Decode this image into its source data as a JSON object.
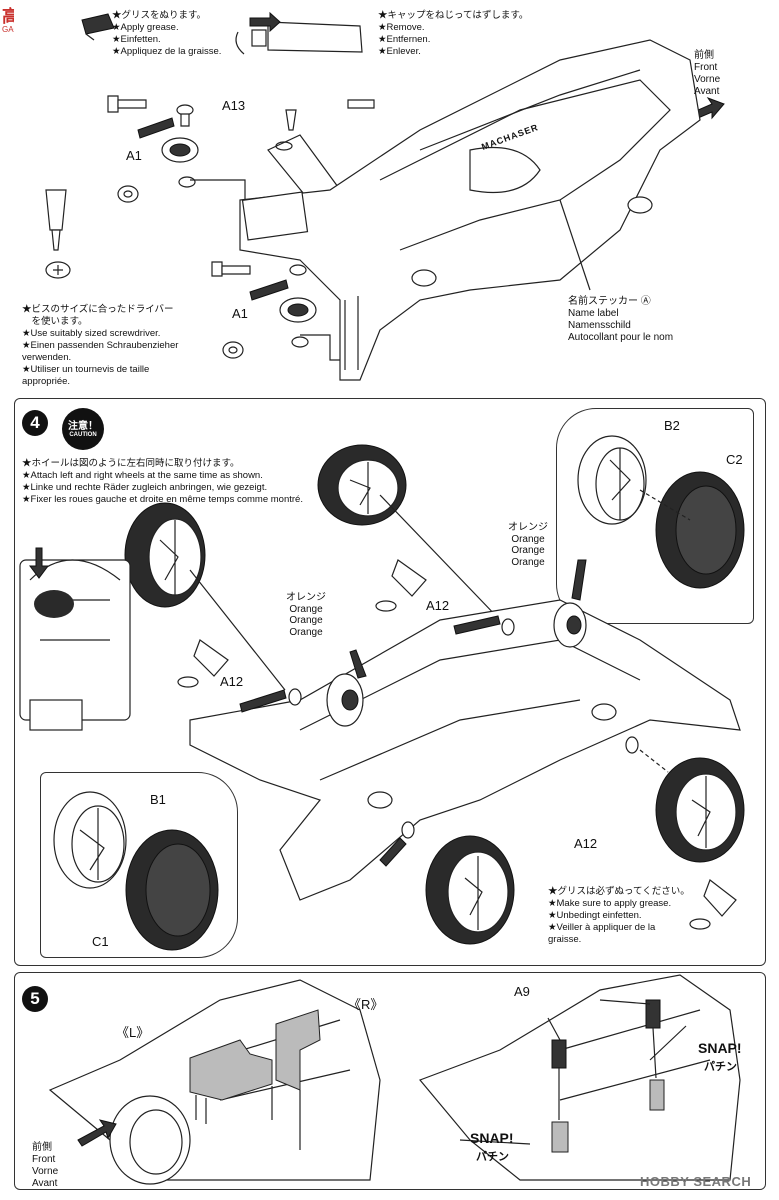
{
  "watermark_top": {
    "chars": "高手网",
    "sub": "GAOSHOU.NET"
  },
  "step3": {
    "grease": "★グリスをぬります。\n★Apply grease.\n★Einfetten.\n★Appliquez de la graisse.",
    "cap": "★キャップをねじってはずします。\n★Remove.\n★Entfernen.\n★Enlever.",
    "front": "前側\nFront\nVorne\nAvant",
    "a13": "A13",
    "a1_top": "A1",
    "a1_bottom": "A1",
    "screwdriver": "★ビスのサイズに合ったドライバー\n　を使います。\n★Use suitably sized screwdriver.\n★Einen passenden Schraubenzieher\nverwenden.\n★Utiliser un tournevis de taille\nappropriée.",
    "name_label": "名前ステッカー Ⓐ\nName label\nNamensschild\nAutocollant pour le nom",
    "chassis_text": "MACHASER"
  },
  "step4": {
    "number": "4",
    "caution_jp": "注意！",
    "caution_en": "CAUTION",
    "instructions": "★ホイールは図のように左右同時に取り付けます。\n★Attach left and right wheels at the same time as shown.\n★Linke und rechte Räder zugleich anbringen, wie gezeigt.\n★Fixer les roues gauche et droite en même temps comme montré.",
    "b2": "B2",
    "c2": "C2",
    "b1": "B1",
    "c1": "C1",
    "orange_right": "オレンジ\nOrange\nOrange\nOrange",
    "orange_left": "オレンジ\nOrange\nOrange\nOrange",
    "a12_a": "A12",
    "a12_b": "A12",
    "a12_c": "A12",
    "grease_note": "★グリスは必ずぬってください。\n★Make sure to apply grease.\n★Unbedingt einfetten.\n★Veiller à appliquer de la\ngraisse."
  },
  "step5": {
    "number": "5",
    "l_label": "《L》",
    "r_label": "《R》",
    "a9": "A9",
    "snap1": "SNAP!",
    "snap1_jp": "パチン",
    "snap2": "SNAP!",
    "snap2_jp": "パチン",
    "front": "前側\nFront\nVorne\nAvant"
  },
  "watermark_bottom": "HOBBY SEARCH"
}
